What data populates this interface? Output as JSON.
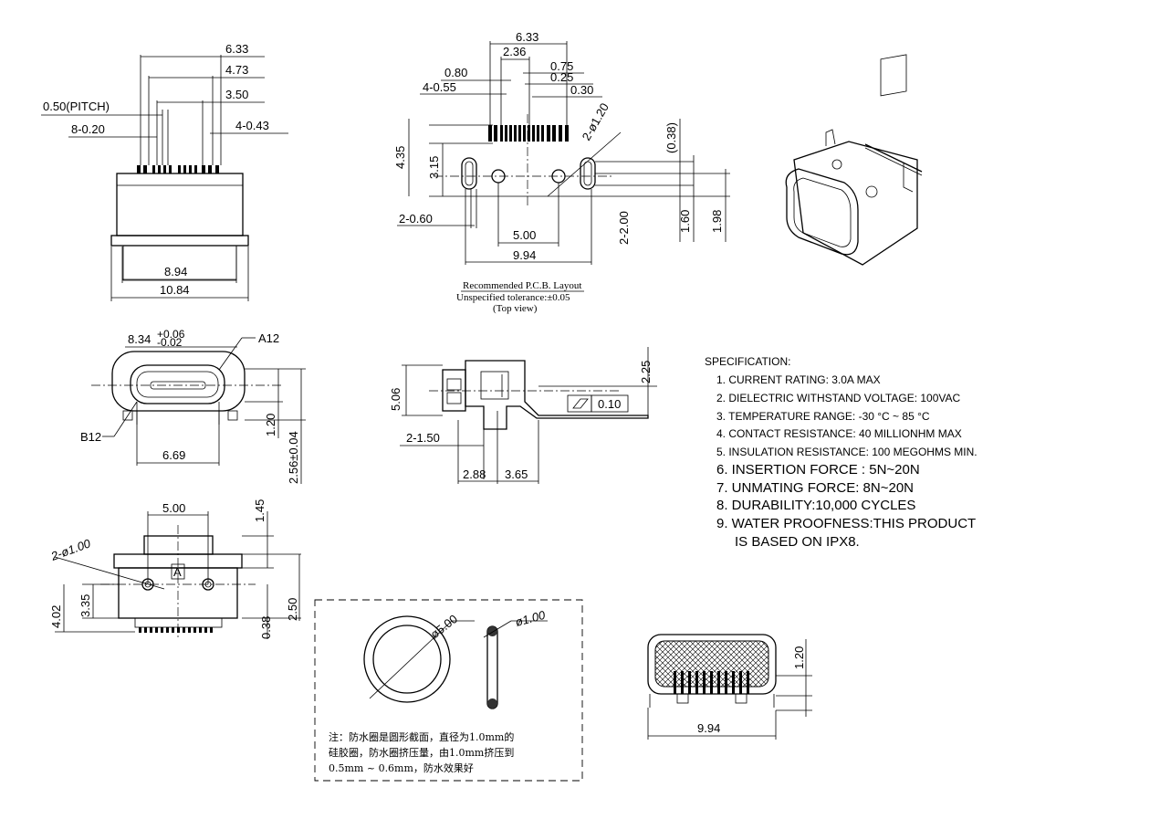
{
  "top_left_view": {
    "dims": [
      "6.33",
      "4.73",
      "0.50(PITCH)",
      "3.50",
      "8-0.20",
      "4-0.43",
      "8.94",
      "10.84"
    ]
  },
  "pcb_layout": {
    "dims": [
      "6.33",
      "2.36",
      "0.80",
      "0.75",
      "4-0.55",
      "0.25",
      "0.30",
      "2-ø1.20",
      "(0.38)",
      "4.35",
      "3.15",
      "2-0.60",
      "5.00",
      "2-2.00",
      "1.60",
      "1.98",
      "9.94"
    ],
    "title": "Recommended P.C.B. Layout",
    "tolerance": "Unspecified tolerance:±0.05",
    "view": "(Top view)"
  },
  "front_view": {
    "width_main": "8.34",
    "tol_plus": "+0.06",
    "tol_minus": "-0.02",
    "pin_a": "A12",
    "pin_b": "B12",
    "dims": [
      "6.69",
      "1.20",
      "2.56±0.04"
    ]
  },
  "side_view": {
    "dims": [
      "5.06",
      "2.25",
      "0.10",
      "2-1.50",
      "2.88",
      "3.65"
    ]
  },
  "bottom_view": {
    "dims": [
      "5.00",
      "2-ø1.00",
      "1.45",
      "4.02",
      "3.35",
      "0.38",
      "2.50"
    ],
    "marker": "A"
  },
  "oring": {
    "dims": [
      "ø5.00",
      "ø1.00"
    ],
    "note_lines": [
      "注：防水圈是圆形截面，直径为1.0mm的",
      "硅胶圈，防水圈挤压量，由1.0mm挤压到",
      "0.5mm ~ 0.6mm，防水效果好"
    ]
  },
  "rear_view": {
    "dims": [
      "1.20",
      "9.94"
    ]
  },
  "specification": {
    "title": "SPECIFICATION:",
    "items": [
      "1. CURRENT RATING: 3.0A MAX",
      "2. DIELECTRIC WITHSTAND VOLTAGE: 100VAC",
      "3. TEMPERATURE RANGE: -30 °C ~ 85 °C",
      "4. CONTACT RESISTANCE: 40 MILLIONHM MAX",
      "5. INSULATION RESISTANCE: 100 MEGOHMS MIN.",
      "6.  INSERTION FORCE : 5N~20N",
      "7.  UNMATING FORCE: 8N~20N",
      "8.  DURABILITY:10,000  CYCLES",
      "9.  WATER PROOFNESS:THIS  PRODUCT",
      "IS  BASED  ON  IPX8."
    ]
  }
}
